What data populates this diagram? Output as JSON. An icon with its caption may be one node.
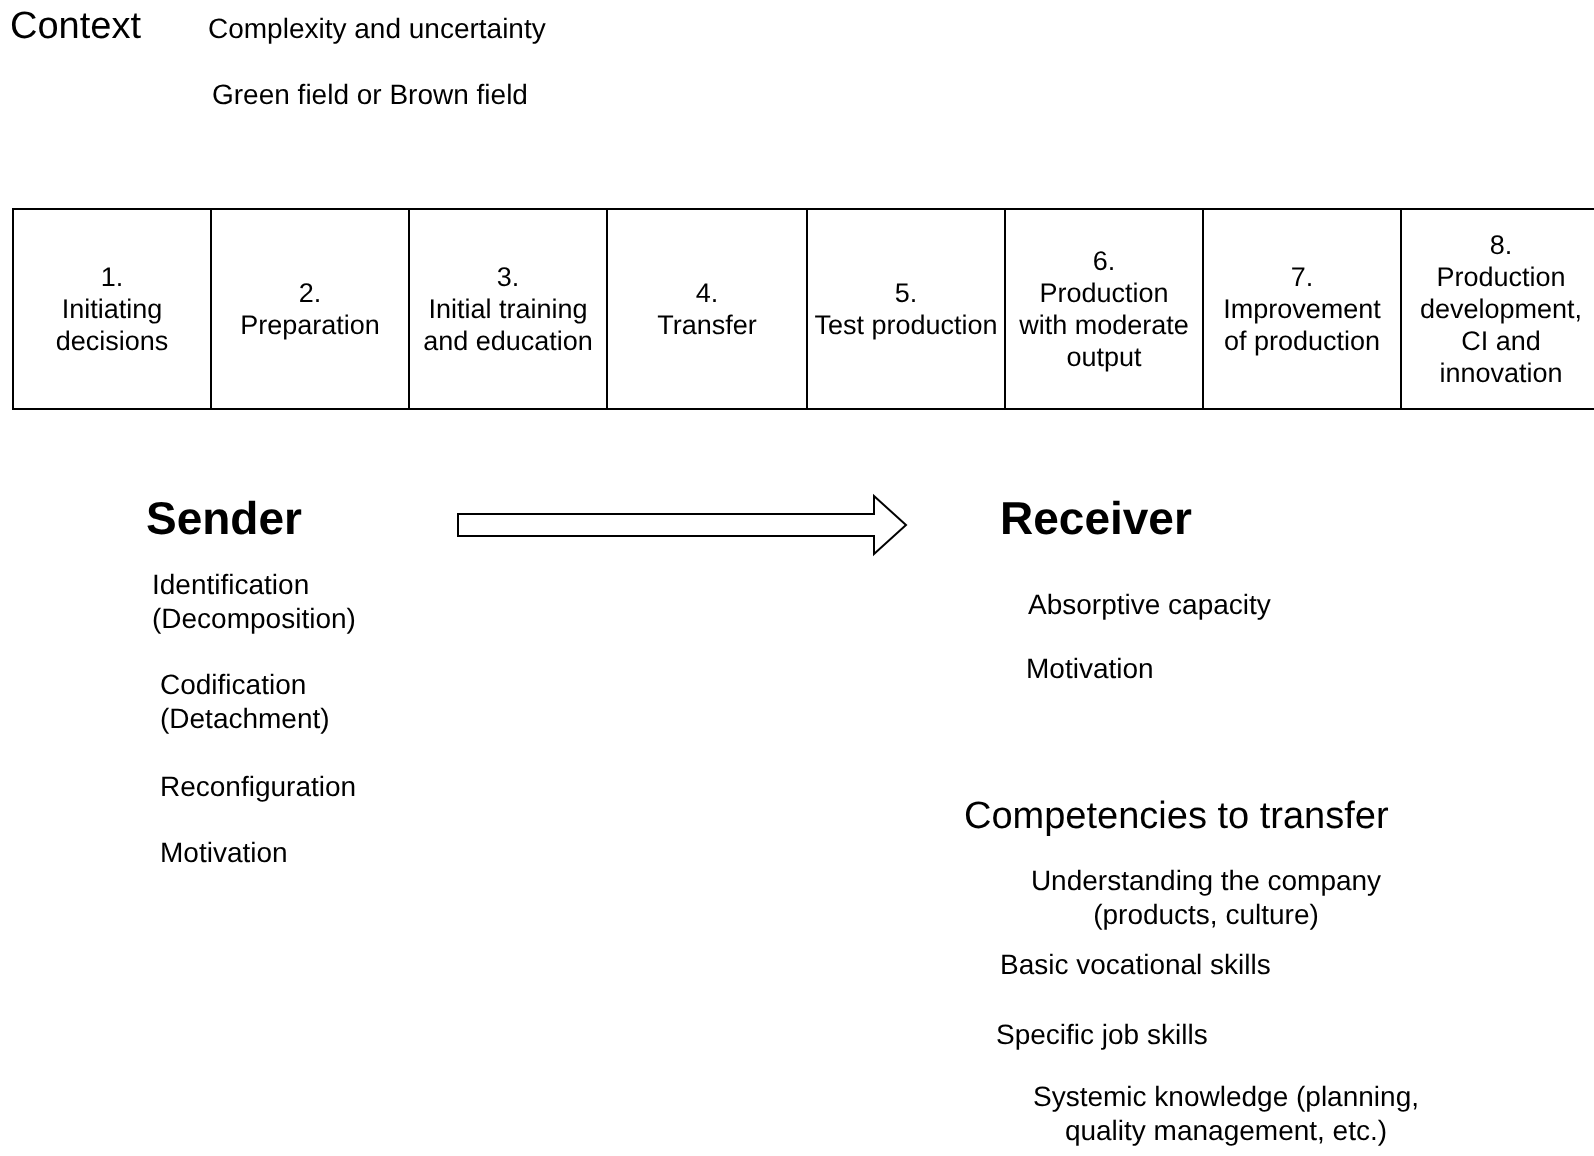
{
  "diagram": {
    "nodes": [
      {
        "text": [
          "1.",
          "Initiating decisions"
        ]
      },
      {
        "text": [
          "2.",
          "Preparation"
        ]
      },
      {
        "text": [
          "3.",
          "Initial training and education"
        ]
      },
      {
        "text": [
          "4.",
          "Transfer"
        ]
      },
      {
        "text": [
          "5.",
          "Test production"
        ]
      },
      {
        "text": [
          "6.",
          "Production with moderate output"
        ]
      },
      {
        "text": [
          "7.",
          "Improvement of production"
        ]
      },
      {
        "text": [
          "8.",
          "Production development, CI and innovation"
        ]
      },
      {
        "text": [
          "Sender"
        ]
      },
      {
        "text": [
          "Receiver"
        ]
      }
    ],
    "edges": [
      {
        "from": 8,
        "to": 9,
        "arrow": "to"
      }
    ],
    "labels": [
      "Context",
      "Complexity and uncertainty",
      "Green field or Brown field",
      "Identification (Decomposition)",
      "Codification (Detachment)",
      "Reconfiguration",
      "Motivation",
      "Absorptive capacity",
      "Motivation",
      "Competencies to transfer",
      "Understanding the company (products, culture)",
      "Basic vocational skills",
      "Specific job skills",
      "Systemic knowledge (planning, quality management, etc.)"
    ]
  }
}
